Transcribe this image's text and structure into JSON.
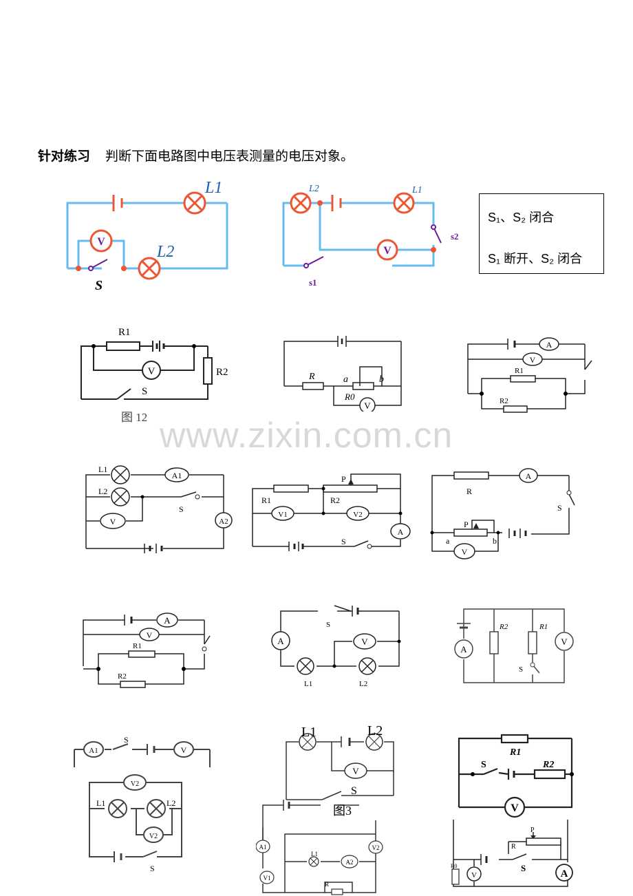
{
  "heading": {
    "label": "针对练习",
    "text": "判断下面电路图中电压表测量的电压对象。"
  },
  "note_box": {
    "line1": "S₁、S₂ 闭合",
    "line2": "S₁ 断开、S₂ 闭合"
  },
  "watermark": "www.zixin.com.cn",
  "labels": {
    "L1": "L1",
    "L2": "L2",
    "S": "S",
    "V": "V",
    "A": "A",
    "s1": "s1",
    "s2": "s2",
    "R": "R",
    "R0": "R0",
    "R1": "R1",
    "R2": "R2",
    "P": "P",
    "a": "a",
    "b": "b",
    "A1": "A1",
    "A2": "A2",
    "V1": "V1",
    "V2": "V2",
    "fig12": "图 12",
    "fig13": "图3"
  }
}
